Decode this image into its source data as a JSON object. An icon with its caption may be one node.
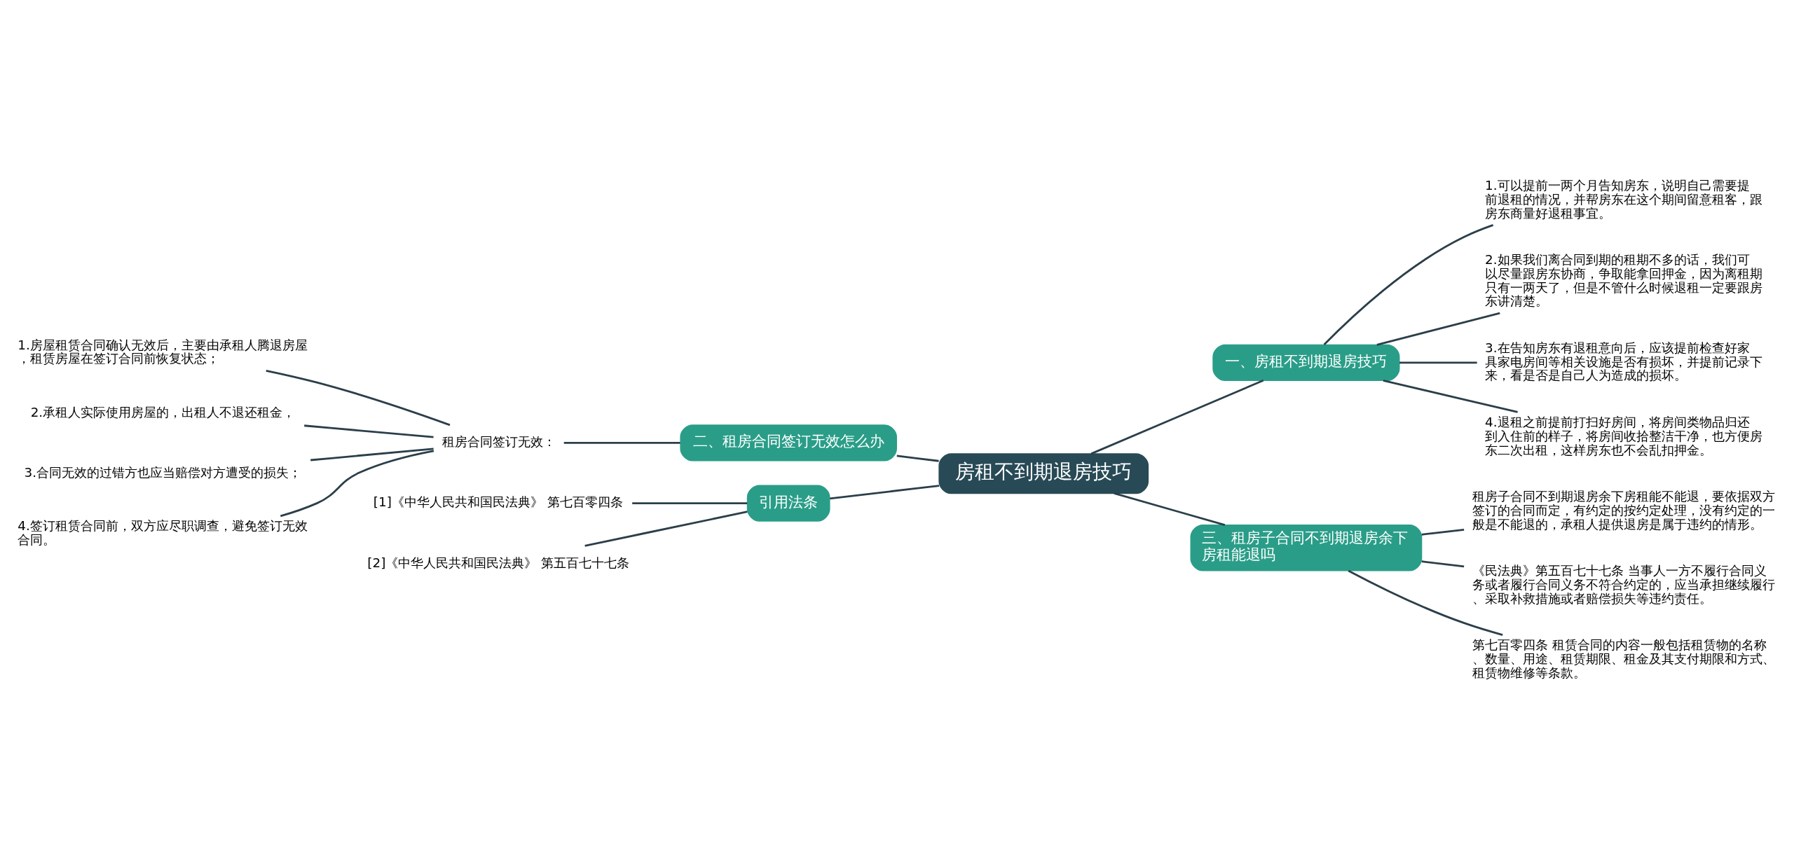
{
  "diagram": {
    "nodes": [
      {
        "text": [
          "房租不到期退房技巧"
        ]
      },
      {
        "text": [
          "一、房租不到期退房技巧"
        ]
      },
      {
        "text": [
          "1.可以提前一两个月告知房东，说明自己需要提前退租的情况，并帮房东在这个期间留意租客，跟房东商量好退租事宜。"
        ]
      },
      {
        "text": [
          "2.如果我们离合同到期的租期不多的话，我们可以尽量跟房东协商，争取能拿回押金，因为离租期只有一两天了，但是不管什么时候退租一定要跟房东讲清楚。"
        ]
      },
      {
        "text": [
          "3.在告知房东有退租意向后，应该提前检查好家具家电房间等相关设施是否有损坏，并提前记录下来，看是否是自己人为造成的损坏。"
        ]
      },
      {
        "text": [
          "4.退租之前提前打扫好房间，将房间类物品归还到入住前的样子，将房间收拾整洁干净，也方便房东二次出租，这样房东也不会乱扣押金。"
        ]
      },
      {
        "text": [
          "二、租房合同签订无效怎么办"
        ]
      },
      {
        "text": [
          "租房合同签订无效："
        ]
      },
      {
        "text": [
          "1.房屋租赁合同确认无效后，主要由承租人腾退房屋，租赁房屋在签订合同前恢复状态；"
        ]
      },
      {
        "text": [
          "2.承租人实际使用房屋的，出租人不退还租金，"
        ]
      },
      {
        "text": [
          "3.合同无效的过错方也应当赔偿对方遭受的损失；"
        ]
      },
      {
        "text": [
          "4.签订租赁合同前，双方应尽职调查，避免签订无效合同。"
        ]
      },
      {
        "text": [
          "三、租房子合同不到期退房余下房租能退吗"
        ]
      },
      {
        "text": [
          "租房子合同不到期退房余下房租能不能退，要依据双方签订的合同而定，有约定的按约定处理，没有约定的一般是不能退的，承租人提供退房是属于违约的情形。"
        ]
      },
      {
        "text": [
          "《民法典》第五百七十七条 当事人一方不履行合同义务或者履行合同义务不符合约定的，应当承担继续履行、采取补救措施或者赔偿损失等违约责任。"
        ]
      },
      {
        "text": [
          "第七百零四条 租赁合同的内容一般包括租赁物的名称、数量、用途、租赁期限、租金及其支付期限和方式、租赁物维修等条款。"
        ]
      },
      {
        "text": [
          "引用法条"
        ]
      },
      {
        "text": [
          "[1]《中华人民共和国民法典》 第七百零四条"
        ]
      },
      {
        "text": [
          "[2]《中华人民共和国民法典》 第五百七十七条"
        ]
      }
    ],
    "edges": [
      {
        "from": 0,
        "to": 1,
        "arrow": "none"
      },
      {
        "from": 1,
        "to": 2,
        "arrow": "none"
      },
      {
        "from": 1,
        "to": 3,
        "arrow": "none"
      },
      {
        "from": 1,
        "to": 4,
        "arrow": "none"
      },
      {
        "from": 1,
        "to": 5,
        "arrow": "none"
      },
      {
        "from": 0,
        "to": 6,
        "arrow": "none"
      },
      {
        "from": 6,
        "to": 7,
        "arrow": "none"
      },
      {
        "from": 7,
        "to": 8,
        "arrow": "none"
      },
      {
        "from": 7,
        "to": 9,
        "arrow": "none"
      },
      {
        "from": 7,
        "to": 10,
        "arrow": "none"
      },
      {
        "from": 7,
        "to": 11,
        "arrow": "none"
      },
      {
        "from": 0,
        "to": 12,
        "arrow": "none"
      },
      {
        "from": 12,
        "to": 13,
        "arrow": "none"
      },
      {
        "from": 12,
        "to": 14,
        "arrow": "none"
      },
      {
        "from": 12,
        "to": 15,
        "arrow": "none"
      },
      {
        "from": 0,
        "to": 16,
        "arrow": "none"
      },
      {
        "from": 16,
        "to": 17,
        "arrow": "none"
      },
      {
        "from": 16,
        "to": 18,
        "arrow": "none"
      }
    ]
  }
}
